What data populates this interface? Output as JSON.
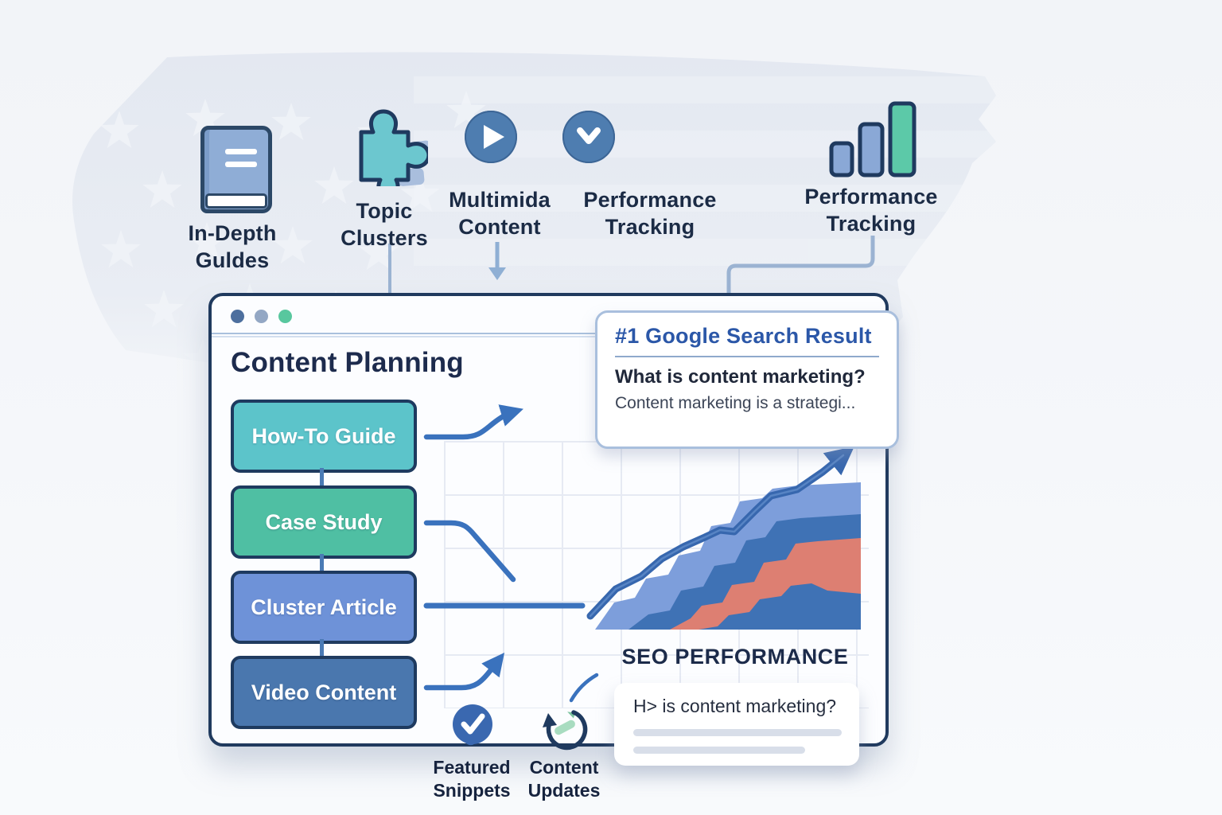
{
  "page": {
    "background": "#f4f6fa",
    "map_color": "#e3e8f0",
    "star_color": "#f2f5f9"
  },
  "top_icons": [
    {
      "name": "in-depth-guides",
      "icon": "book-icon",
      "label_line1": "In-Depth",
      "label_line2": "Guldes"
    },
    {
      "name": "topic-clusters",
      "icon": "puzzle-icon",
      "label_line1": "Topic",
      "label_line2": "Clusters"
    },
    {
      "name": "multimedia-content",
      "icon": "play-circle-icon",
      "label_line1": "Multimida",
      "label_line2": "Content"
    },
    {
      "name": "performance-tracking-check",
      "icon": "chevron-down-circle-icon",
      "label_line1": "Performance",
      "label_line2": "Tracking"
    },
    {
      "name": "performance-tracking-bars",
      "icon": "bar-chart-icon",
      "label_line1": "Performance",
      "label_line2": "Tracking"
    }
  ],
  "browser_window": {
    "traffic_light_colors": [
      "#4d6f9e",
      "#93a7c4",
      "#58c79e"
    ],
    "heading": "Content Planning",
    "content_boxes": [
      {
        "label": "How-To Guide",
        "color": "#5cc4ca"
      },
      {
        "label": "Case Study",
        "color": "#4fbfa3"
      },
      {
        "label": "Cluster Article",
        "color": "#6e92d8"
      },
      {
        "label": "Video Content",
        "color": "#4a77ae"
      }
    ],
    "chart_label": "SEO PERFORMANCE"
  },
  "search_result_card": {
    "title": "#1 Google Search Result",
    "question": "What is content marketing?",
    "snippet": "Content marketing is a strategi..."
  },
  "bottom_card": {
    "heading": "H> is content marketing?"
  },
  "bottom_icons": [
    {
      "name": "featured-snippets",
      "icon": "check-circle-icon",
      "label_line1": "Featured",
      "label_line2": "Snippets"
    },
    {
      "name": "content-updates",
      "icon": "refresh-icon",
      "label_line1": "Content",
      "label_line2": "Updates"
    }
  ],
  "chart_data": {
    "type": "area",
    "title": "SEO PERFORMANCE",
    "x": [
      1,
      2,
      3,
      4,
      5,
      6,
      7,
      8,
      9,
      10,
      11,
      12,
      13
    ],
    "series": [
      {
        "name": "trend-line",
        "type": "line",
        "color": "#3a6db6",
        "values": [
          8,
          22,
          30,
          38,
          45,
          50,
          54,
          53,
          64,
          72,
          75,
          84,
          92
        ]
      },
      {
        "name": "top-band",
        "type": "area",
        "color": "#7d9edb",
        "values": [
          0,
          14,
          17,
          27,
          29,
          39,
          41,
          54,
          56,
          67,
          69,
          74,
          78
        ]
      },
      {
        "name": "middle-band",
        "type": "area",
        "color": "#3f72b5",
        "values": [
          0,
          0,
          8,
          10,
          20,
          22,
          33,
          35,
          47,
          49,
          57,
          59,
          62
        ]
      },
      {
        "name": "accent-band",
        "type": "area",
        "color": "#dd7f72",
        "values": [
          0,
          0,
          0,
          5,
          6,
          14,
          15,
          25,
          26,
          36,
          37,
          45,
          49
        ]
      }
    ],
    "xlabel": "",
    "ylabel": "",
    "axes_visible": false,
    "grid": true,
    "legend": false
  },
  "colors": {
    "window_border": "#203a5e",
    "arrow_blue": "#3a72bd",
    "connector_light": "#9bb3d2",
    "chart_light_blue": "#7d9edb",
    "chart_dark_blue": "#3f72b5",
    "chart_salmon": "#dd7f72",
    "icon_blue": "#4e7db0",
    "icon_teal": "#6cc7cf",
    "icon_green": "#5cc9a8"
  }
}
